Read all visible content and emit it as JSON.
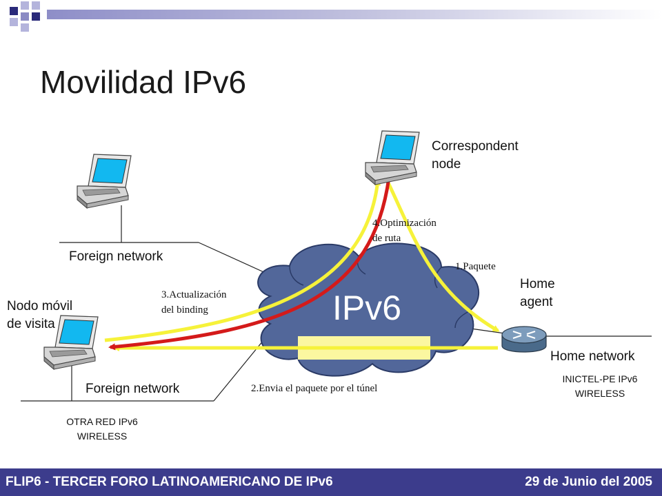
{
  "title": "Movilidad IPv6",
  "cloud_label": "IPv6",
  "nodes": {
    "correspondent": "Correspondent\nnode",
    "foreign_top": "Foreign network",
    "mobile_node": "Nodo móvil\nde visita",
    "foreign_bottom": "Foreign network",
    "home_agent": "Home\nagent",
    "home_network": "Home network"
  },
  "notes": {
    "inictel": "INICTEL-PE IPv6\nWIRELESS",
    "otra_red": "OTRA RED IPv6\nWIRELESS"
  },
  "steps": {
    "paquete": "1.Paquete",
    "tunel": "2.Envia el paquete por el túnel",
    "actualizacion": "3.Actualización\ndel binding",
    "optimizacion": "4.Optimización\nde ruta"
  },
  "footer": {
    "left": "FLIP6 - TERCER FORO LATINOAMERICANO DE IPv6",
    "right": "29 de Junio del 2005"
  },
  "colors": {
    "accent": "#3c3c8c",
    "cloud": "#52679a",
    "arrow_yellow": "#f6f23a",
    "arrow_red": "#d41a1a",
    "tunnel_fill": "#fbf7a0"
  }
}
